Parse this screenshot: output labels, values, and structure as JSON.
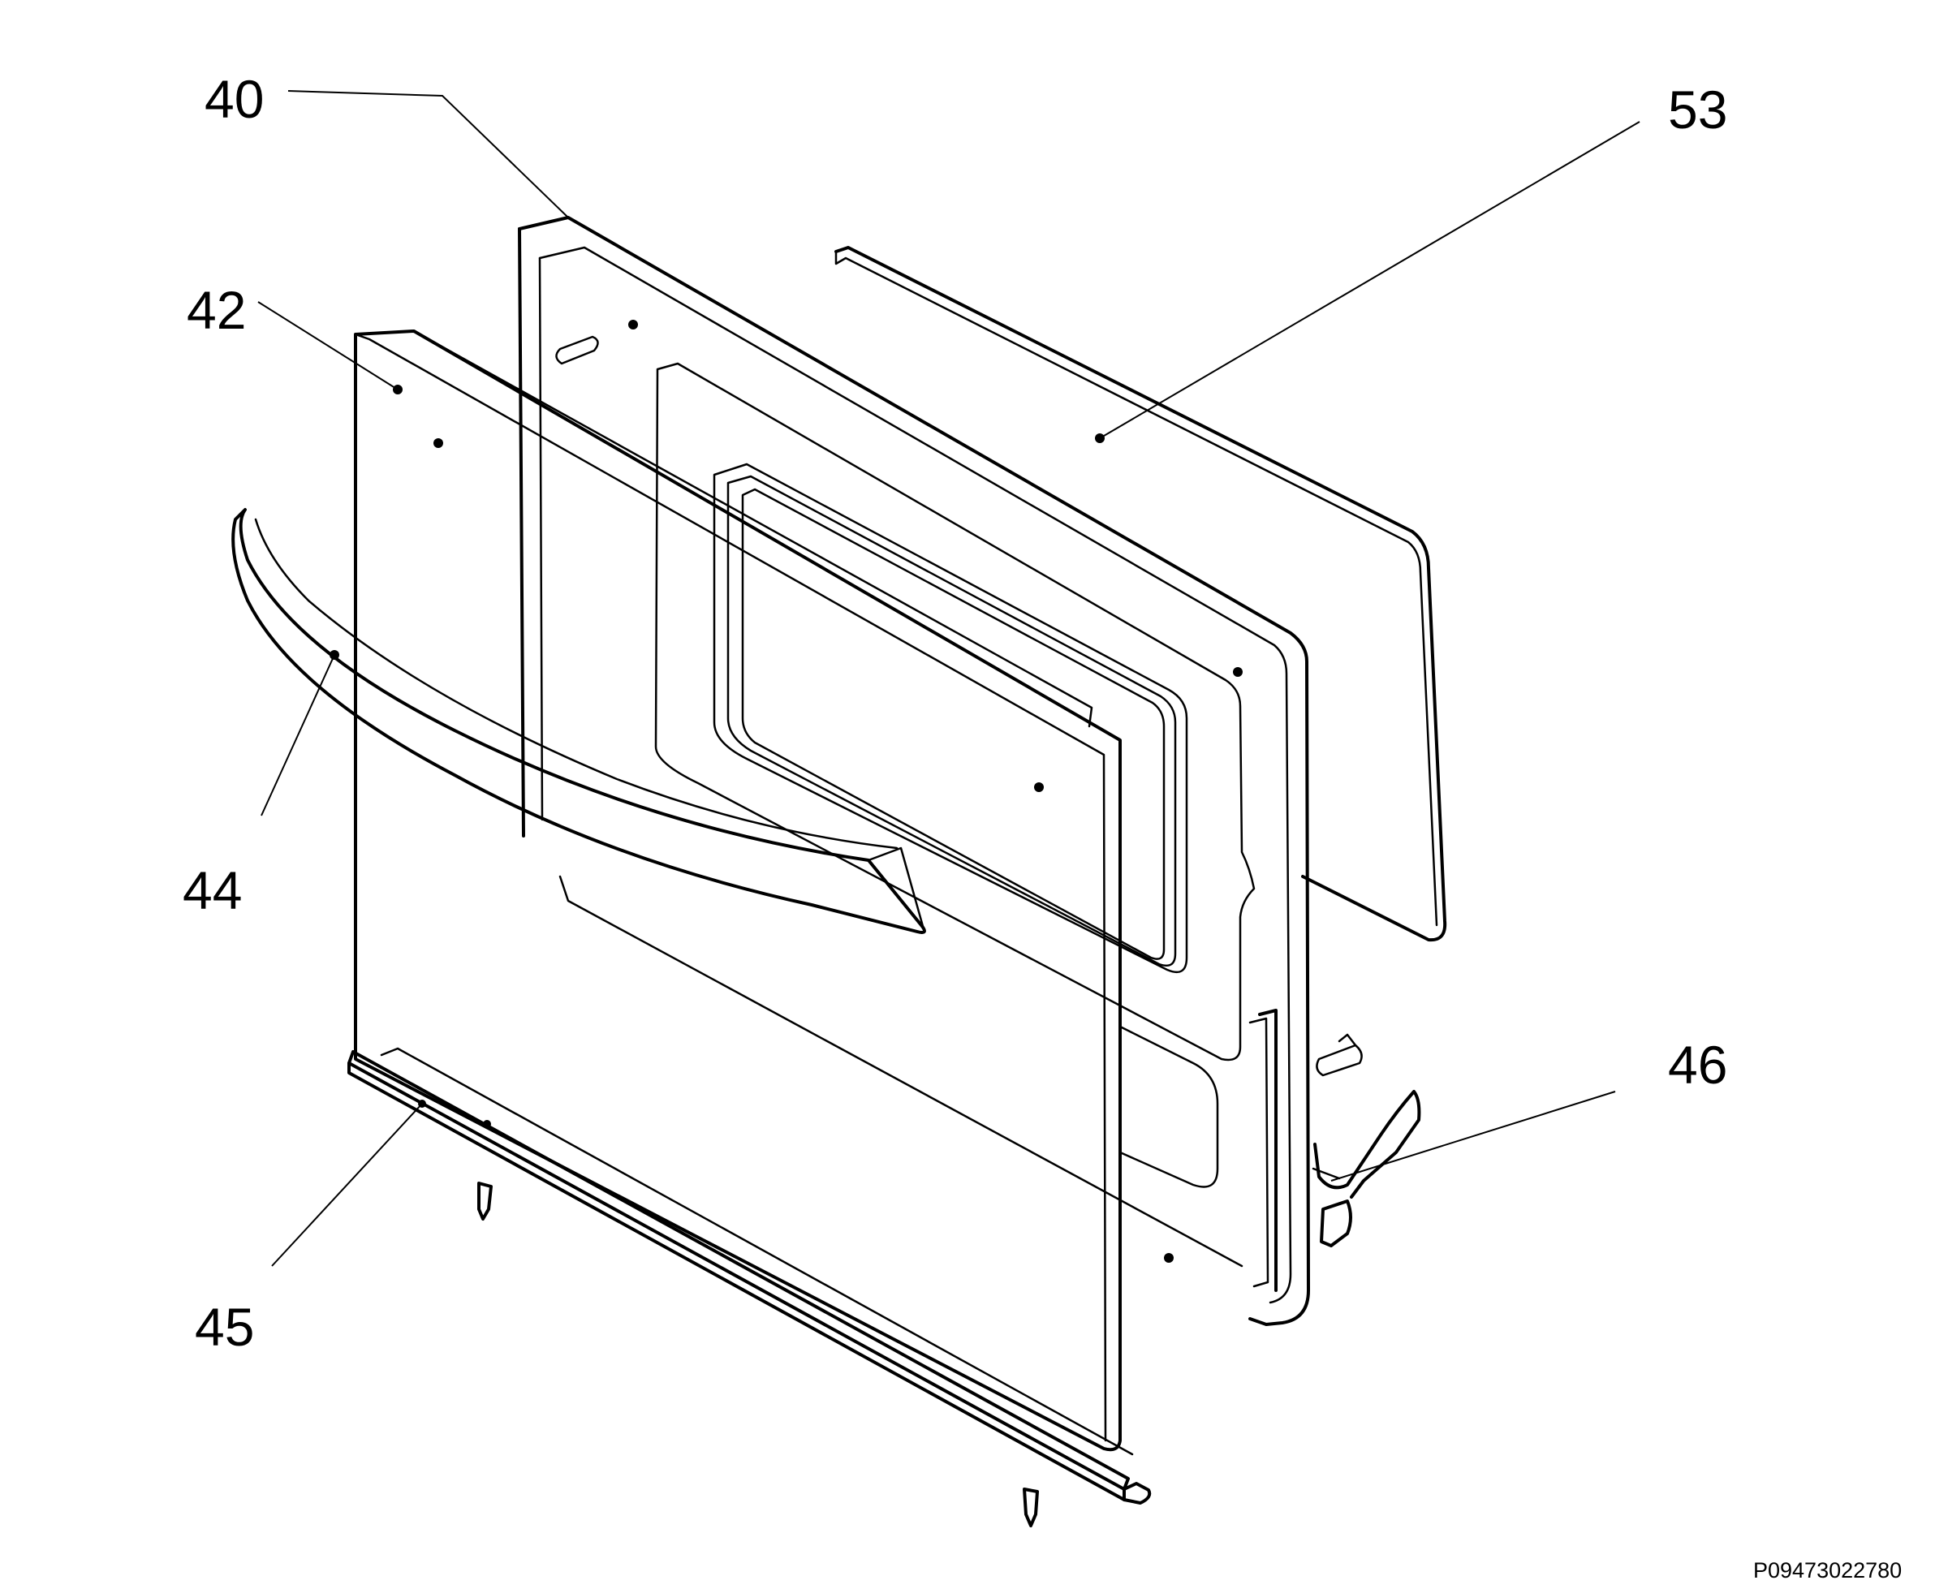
{
  "callouts": [
    {
      "id": "c40",
      "label": "40"
    },
    {
      "id": "c42",
      "label": "42"
    },
    {
      "id": "c44",
      "label": "44"
    },
    {
      "id": "c45",
      "label": "45"
    },
    {
      "id": "c46",
      "label": "46"
    },
    {
      "id": "c53",
      "label": "53"
    }
  ],
  "drawing_code": "P09473022780"
}
